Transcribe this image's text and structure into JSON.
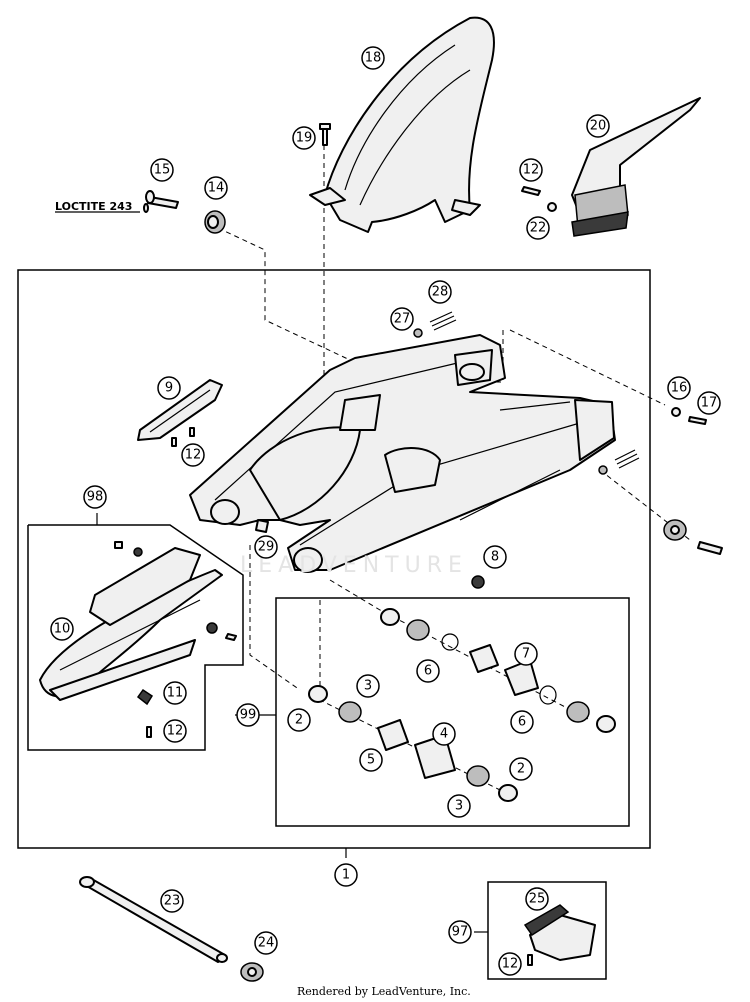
{
  "annotations": {
    "loctite_note": "LOCTITE 243",
    "credit": "Rendered by LeadVenture, Inc.",
    "watermark": "LEADVENTURE"
  },
  "callouts": [
    {
      "id": "c18",
      "label": "18"
    },
    {
      "id": "c19",
      "label": "19"
    },
    {
      "id": "c20",
      "label": "20"
    },
    {
      "id": "c15",
      "label": "15"
    },
    {
      "id": "c14",
      "label": "14"
    },
    {
      "id": "c12a",
      "label": "12"
    },
    {
      "id": "c22",
      "label": "22"
    },
    {
      "id": "c28",
      "label": "28"
    },
    {
      "id": "c27",
      "label": "27"
    },
    {
      "id": "c9",
      "label": "9"
    },
    {
      "id": "c12b",
      "label": "12"
    },
    {
      "id": "c16",
      "label": "16"
    },
    {
      "id": "c17",
      "label": "17"
    },
    {
      "id": "c98",
      "label": "98"
    },
    {
      "id": "c29",
      "label": "29"
    },
    {
      "id": "c8",
      "label": "8"
    },
    {
      "id": "c10",
      "label": "10"
    },
    {
      "id": "c11",
      "label": "11"
    },
    {
      "id": "c12c",
      "label": "12"
    },
    {
      "id": "c99",
      "label": "99"
    },
    {
      "id": "c7",
      "label": "7"
    },
    {
      "id": "c6a",
      "label": "6"
    },
    {
      "id": "c3a",
      "label": "3"
    },
    {
      "id": "c2a",
      "label": "2"
    },
    {
      "id": "c4",
      "label": "4"
    },
    {
      "id": "c6b",
      "label": "6"
    },
    {
      "id": "c5",
      "label": "5"
    },
    {
      "id": "c2b",
      "label": "2"
    },
    {
      "id": "c3b",
      "label": "3"
    },
    {
      "id": "c1",
      "label": "1"
    },
    {
      "id": "c23",
      "label": "23"
    },
    {
      "id": "c25",
      "label": "25"
    },
    {
      "id": "c97",
      "label": "97"
    },
    {
      "id": "c24",
      "label": "24"
    },
    {
      "id": "c12d",
      "label": "12"
    }
  ]
}
